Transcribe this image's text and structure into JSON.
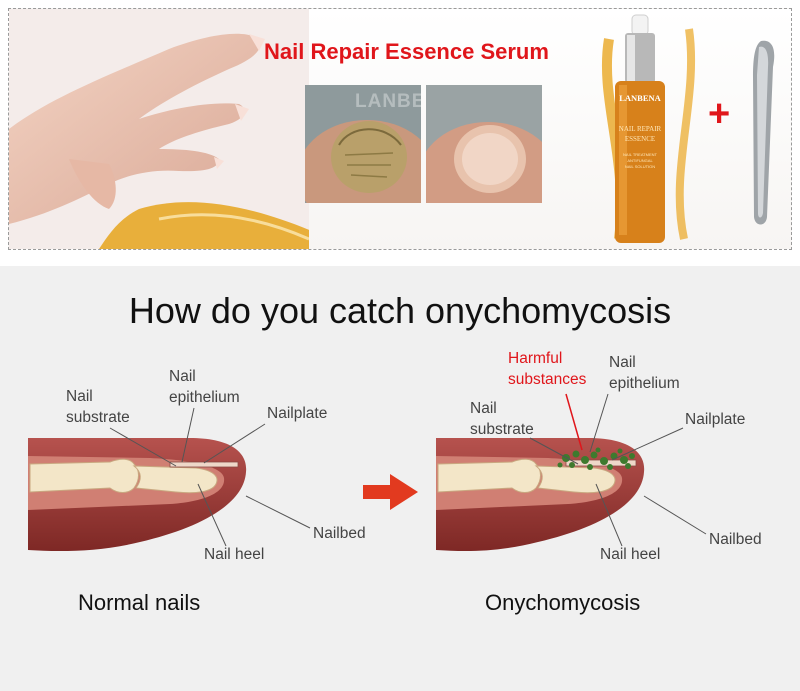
{
  "banner": {
    "title": "Nail Repair Essence Serum",
    "photo_watermark": "LANBENA",
    "bottle": {
      "brand": "LANBENA",
      "line1": "NAIL REPAIR",
      "line2": "ESSENCE",
      "line3": "NAIL TREATMENT",
      "line4": "ANTIFUNGAL",
      "line5": "NAIL SOLUTION"
    },
    "plus": "+"
  },
  "infographic": {
    "heading": "How do you catch onychomycosis",
    "normal": {
      "caption": "Normal nails",
      "labels": {
        "nail_substrate_1": "Nail",
        "nail_substrate_2": "substrate",
        "nail_epithelium_1": "Nail",
        "nail_epithelium_2": "epithelium",
        "nailplate": "Nailplate",
        "nailbed": "Nailbed",
        "nail_heel": "Nail heel"
      }
    },
    "infected": {
      "caption": "Onychomycosis",
      "labels": {
        "harmful_1": "Harmful",
        "harmful_2": "substances",
        "nail_epithelium_1": "Nail",
        "nail_epithelium_2": "epithelium",
        "nail_substrate_1": "Nail",
        "nail_substrate_2": "substrate",
        "nailplate": "Nailplate",
        "nailbed": "Nailbed",
        "nail_heel": "Nail heel"
      }
    },
    "arrow_color": "#e23a1f",
    "highlight_color": "#e0161b"
  }
}
